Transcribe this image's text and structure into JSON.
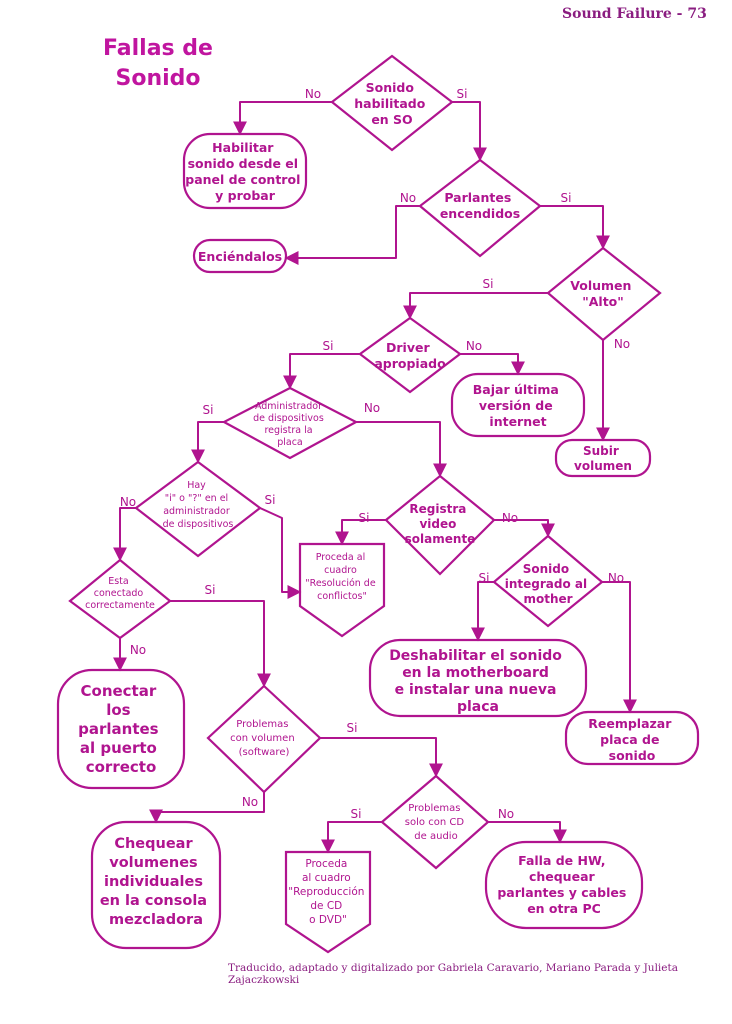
{
  "header": "Sound Failure - 73",
  "title": [
    "Fallas de",
    "Sonido"
  ],
  "footer": "Traducido, adaptado y digitalizado por Gabriela Caravario, Mariano Parada y Julieta Zajaczkowski",
  "colors": {
    "line": "#b0148f",
    "text": "#b0148f",
    "title": "#c0159f",
    "header": "#8a1d80"
  },
  "nodes": {
    "sonido_so": [
      "Sonido",
      "habilitado",
      "en SO"
    ],
    "habilitar": [
      "Habilitar",
      "sonido desde el",
      "panel de control",
      "y probar"
    ],
    "parlantes": [
      "Parlantes",
      "encendidos"
    ],
    "encendalos": [
      "Enciéndalos"
    ],
    "volumen_alto": [
      "Volumen",
      "\"Alto\""
    ],
    "driver": [
      "Driver",
      "apropiado"
    ],
    "bajar": [
      "Bajar última",
      "versión de",
      "internet"
    ],
    "subir": [
      "Subir",
      "volumen"
    ],
    "admin": [
      "Administrador",
      "de dispositivos",
      "registra la",
      "placa"
    ],
    "hay_signos": [
      "Hay",
      "\"i\" o \"?\" en el",
      "administrador",
      "de dispositivos"
    ],
    "registra_video": [
      "Registra",
      "video",
      "solamente"
    ],
    "proceda_conflictos": [
      "Proceda al",
      "cuadro",
      "\"Resolución de",
      "conflictos\""
    ],
    "integrado": [
      "Sonido",
      "integrado al",
      "mother"
    ],
    "conectado": [
      "Esta",
      "conectado",
      "correctamente"
    ],
    "deshabilitar": [
      "Deshabilitar el sonido",
      "en la motherboard",
      "e instalar una nueva",
      "placa"
    ],
    "reemplazar": [
      "Reemplazar",
      "placa de",
      "sonido"
    ],
    "conectar": [
      "Conectar",
      "los",
      "parlantes",
      "al puerto",
      "correcto"
    ],
    "problemas_vol": [
      "Problemas",
      "con volumen",
      "(software)"
    ],
    "problemas_cd": [
      "Problemas",
      "solo con CD",
      "de audio"
    ],
    "chequear_vol": [
      "Chequear",
      "volumenes",
      "individuales",
      "en la consola",
      "mezcladora"
    ],
    "proceda_cd": [
      "Proceda",
      "al cuadro",
      "\"Reproducción",
      "de CD",
      "o DVD\""
    ],
    "falla_hw": [
      "Falla de HW,",
      "chequear",
      "parlantes y cables",
      "en otra PC"
    ]
  },
  "edge_labels": {
    "so_no": "No",
    "so_si": "Si",
    "parl_no": "No",
    "parl_si": "Si",
    "vol_si": "Si",
    "vol_no": "No",
    "drv_si": "Si",
    "drv_no": "No",
    "adm_si": "Si",
    "adm_no": "No",
    "hay_no": "No",
    "hay_si": "Si",
    "vid_si": "Si",
    "vid_no": "No",
    "int_si": "Si",
    "int_no": "No",
    "con_si": "Si",
    "con_no": "No",
    "pv_si": "Si",
    "pv_no": "No",
    "cd_si": "Si",
    "cd_no": "No"
  }
}
